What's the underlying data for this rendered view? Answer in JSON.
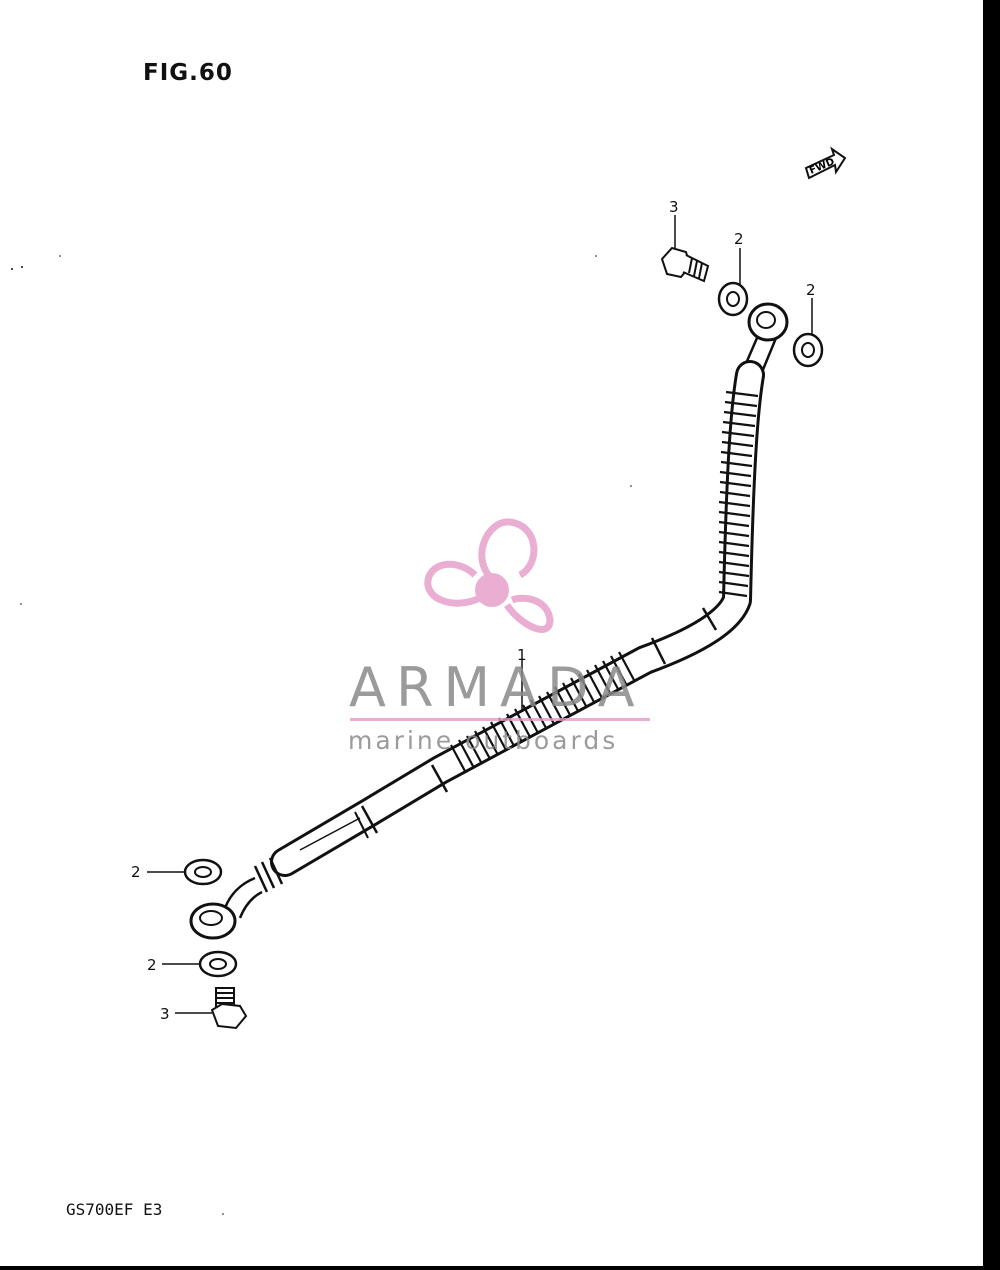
{
  "figure": {
    "title": "FIG.60",
    "model_code": "GS700EF  E3"
  },
  "direction_marker": {
    "label": "FWD",
    "icon": "forward-arrow-icon"
  },
  "callouts": [
    {
      "number": "1",
      "part": "brake-hose"
    },
    {
      "number": "2",
      "part": "washer"
    },
    {
      "number": "2",
      "part": "washer"
    },
    {
      "number": "2",
      "part": "washer"
    },
    {
      "number": "2",
      "part": "washer"
    },
    {
      "number": "3",
      "part": "union-bolt"
    },
    {
      "number": "3",
      "part": "union-bolt"
    }
  ],
  "watermark": {
    "name": "ARMADA",
    "tagline": "marine outboards",
    "icon": "propeller-logo-icon",
    "color": "#e59ac8"
  },
  "colors": {
    "line": "#111111",
    "background": "#ffffff",
    "frame": "#000000"
  }
}
